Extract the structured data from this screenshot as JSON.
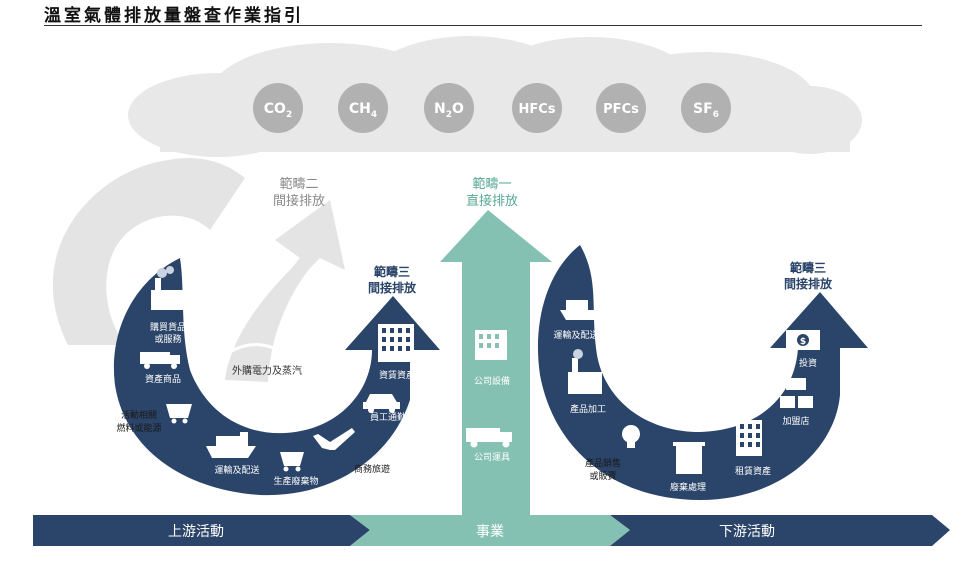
{
  "header": {
    "title": "溫室氣體排放量盤查作業指引"
  },
  "gases": [
    {
      "base": "CO",
      "sub": "2"
    },
    {
      "base": "CH",
      "sub": "4"
    },
    {
      "base": "N",
      "sub": "2",
      "tail": "O"
    },
    {
      "base": "HFCs",
      "sub": ""
    },
    {
      "base": "PFCs",
      "sub": ""
    },
    {
      "base": "SF",
      "sub": "6"
    }
  ],
  "scopes": {
    "scope2": {
      "line1": "範疇二",
      "line2": "間接排放"
    },
    "scope1": {
      "line1": "範疇一",
      "line2": "直接排放"
    },
    "scope3_up": {
      "line1": "範疇三",
      "line2": "間接排放"
    },
    "scope3_down": {
      "line1": "範疇三",
      "line2": "間接排放"
    }
  },
  "upstream_items": {
    "purchased_goods": {
      "line1": "購買貨品",
      "line2": "或服務"
    },
    "capital_goods": "資產商品",
    "fuel_energy": {
      "line1": "活動相關",
      "line2": "燃料或能源"
    },
    "transport": "運輸及配送",
    "waste": "生產廢棄物",
    "business_travel": "商務旅遊",
    "commuting": "員工通勤",
    "leased_assets": "資賃資產"
  },
  "purchased_electricity": "外購電力及蒸汽",
  "company_items": {
    "facilities": "公司設備",
    "vehicles": "公司運具"
  },
  "downstream_items": {
    "transport": "運輸及配送",
    "processing": "產品加工",
    "use_sold": {
      "line1": "產品銷售",
      "line2": "或販賣"
    },
    "end_of_life": "廢棄處理",
    "leased_assets": "租賃資產",
    "franchises": "加盟店",
    "investments": "投資"
  },
  "bottom_bar": {
    "upstream": "上游活動",
    "company": "事業",
    "downstream": "下游活動"
  },
  "colors": {
    "navy": "#2b4469",
    "teal": "#85c1b2",
    "teal_text": "#5aa897",
    "gray": "#e4e4e4",
    "cloud_badge": "#b1b1b1"
  }
}
